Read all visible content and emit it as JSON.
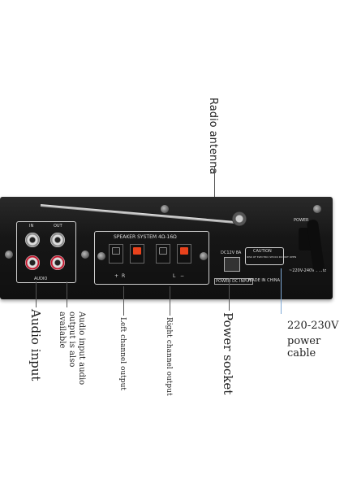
{
  "labels": {
    "radio_antenna": "Radio antenna",
    "audio_input": "Audio input",
    "audio_io": "Audio input audio output is also available",
    "left_channel": "Left channel output",
    "right_channel": "Right channel output",
    "power_socket": "Power socket",
    "power_cable_line1": "220-230V",
    "power_cable_line2": "power cable"
  },
  "panel": {
    "in": "IN",
    "out": "OUT",
    "audio": "AUDIO",
    "speaker_system": "SPEAKER SYSTEM 4Ω-16Ω",
    "dc": "DC12V 8A",
    "caution": "CAUTION",
    "caution_sub": "RISK OF ELECTRIC SHOCK DO NOT OPEN",
    "power_dc_input": "POWER DC INPUT",
    "made_in": "MADE IN CHINA",
    "power": "POWER",
    "voltage": "~220V-240V 50Hz",
    "r": "R",
    "l": "L",
    "plus": "+",
    "minus": "−"
  },
  "colors": {
    "accent_red": "#c4142b",
    "panel": "#161616",
    "leader": "#555555"
  }
}
